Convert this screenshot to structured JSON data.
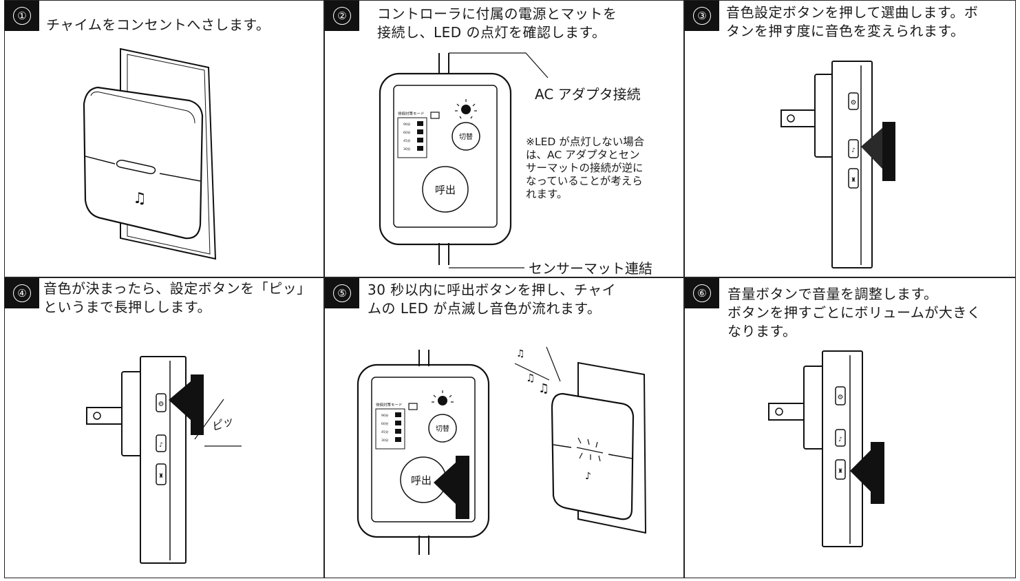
{
  "steps": [
    {
      "number": "①",
      "text": "チャイムをコンセントへさします。"
    },
    {
      "number": "②",
      "text": "コントローラに付属の電源とマットを\n接続し、LED の点灯を確認します。"
    },
    {
      "number": "③",
      "text": "音色設定ボタンを押して選曲します。ボ\nタンを押す度に音色を変えられます。"
    },
    {
      "number": "④",
      "text": "音色が決まったら、設定ボタンを「ピッ」\nというまで長押しします。"
    },
    {
      "number": "⑤",
      "text": "30 秒以内に呼出ボタンを押し、チャイ\nムの LED が点滅し音色が流れます。"
    },
    {
      "number": "⑥",
      "text": "音量ボタンで音量を調整します。\nボタンを押すごとにボリュームが大きく\nなります。"
    }
  ],
  "controller": {
    "mode_label": "徘徊対策モード",
    "timer_labels": [
      "90分",
      "60分",
      "45分",
      "30分"
    ],
    "switch_button": "切替",
    "call_button": "呼出"
  },
  "labels": {
    "ac_adapter": "AC アダプタ接続",
    "sensor_mat": "センサーマット連結",
    "led_note": "※LED が点灯しない場合\nは、AC アダプタとセン\nサーマットの接続が逆に\nなっていることが考えら\nれます。",
    "beep_sound": "ピッ"
  },
  "icons": {
    "music_note": "♫",
    "single_note": "♪"
  }
}
